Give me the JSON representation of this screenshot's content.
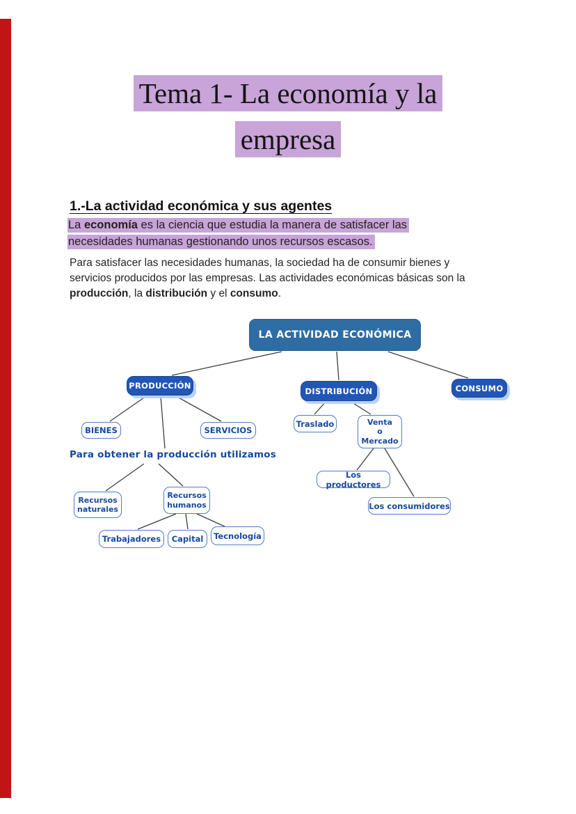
{
  "title": {
    "full": "Tema 1- La economía y la empresa",
    "line1": "Tema 1- La economía y la",
    "line2": "empresa"
  },
  "section": {
    "heading": "1.-La actividad económica y sus agentes"
  },
  "intro": {
    "line1": {
      "pre": " La ",
      "term": "economía",
      "post": " es la ciencia que estudia la manera de satisfacer las"
    },
    "line2": "necesidades humanas gestionando unos recursos escasos."
  },
  "paragraph": {
    "line1": "Para satisfacer las necesidades humanas, la sociedad ha de consumir bienes y",
    "line2": "servicios producidos por las empresas. Las actividades económicas básicas son la",
    "line3": {
      "b1": "producción",
      "m1": ", la ",
      "b2": "distribución",
      "m2": " y el ",
      "b3": "consumo",
      "dot": "."
    }
  },
  "diagram": {
    "root": "LA ACTIVIDAD ECONÓMICA",
    "produccion": "PRODUCCIÓN",
    "distribucion": "DISTRIBUCIÓN",
    "consumo": "CONSUMO",
    "bienes": "BIENES",
    "servicios": "SERVICIOS",
    "traslado": "Traslado",
    "venta_mercado": "Venta\no\nMercado",
    "productores": "Los productores",
    "consumidores": "Los consumidores",
    "recursos_naturales": "Recursos\nnaturales",
    "recursos_humanos": "Recursos\nhumanos",
    "trabajadores": "Trabajadores",
    "capital": "Capital",
    "tecnologia": "Tecnología",
    "note": "Para obtener la producción utilizamos"
  },
  "colors": {
    "highlight": "#c8a4d8",
    "red_strip": "#c11414",
    "root_box": "#2e6da4",
    "branch_box": "#2156b5",
    "branch_shadow": "#b8d2f3",
    "leaf_border": "#4d7cc9",
    "leaf_text": "#17489e",
    "connector": "#3d3d3d"
  }
}
